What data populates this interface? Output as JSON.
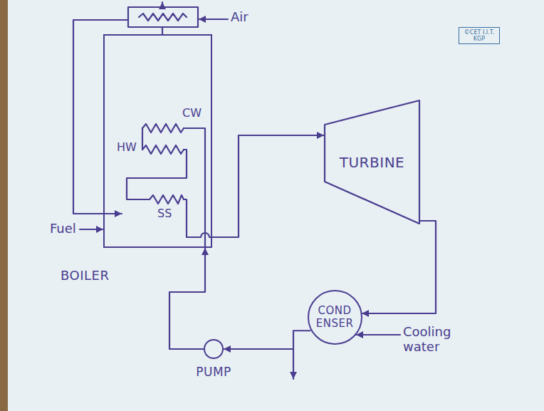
{
  "diagram": {
    "nodes": [
      {
        "text": [
          "BOILER"
        ]
      },
      {
        "text": [
          "TURBINE"
        ]
      },
      {
        "text": [
          "COND ENSER"
        ]
      },
      {
        "text": [
          "PUMP"
        ]
      }
    ],
    "edges": [
      {
        "from": 0,
        "to": 1,
        "arrow": "to"
      },
      {
        "from": 1,
        "to": 2,
        "arrow": "to"
      },
      {
        "from": 2,
        "to": 3,
        "arrow": "to"
      },
      {
        "from": 3,
        "to": 0,
        "arrow": "to"
      }
    ],
    "labels": [
      "Air",
      "CW",
      "HW",
      "SS",
      "Fuel",
      "Cooling water",
      "©CET I.I.T. KGP"
    ]
  }
}
